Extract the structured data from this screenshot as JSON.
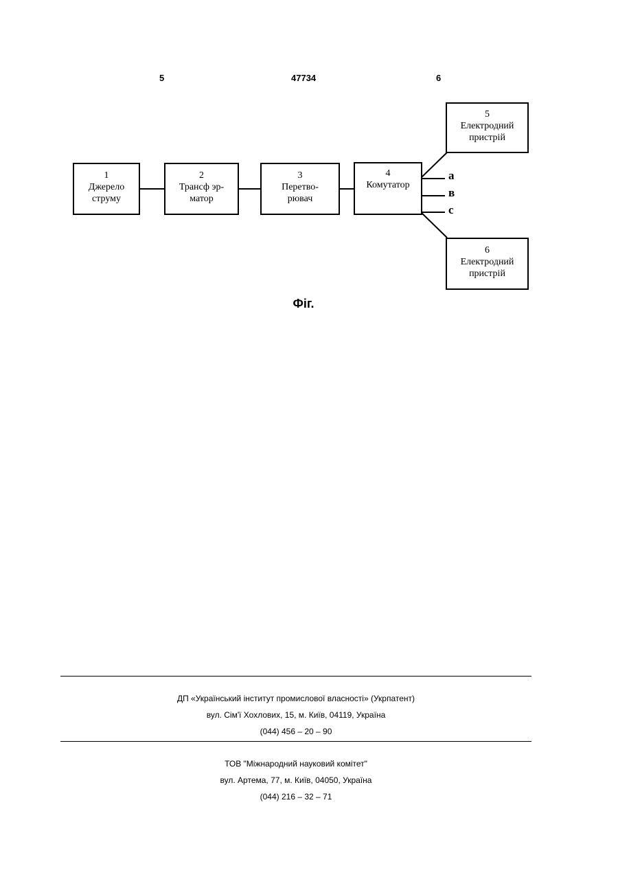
{
  "header": {
    "left_page": "5",
    "number": "47734",
    "right_page": "6"
  },
  "diagram": {
    "blocks": [
      {
        "num": "1",
        "label": "Джерело\nструму"
      },
      {
        "num": "2",
        "label": "Трансф эр-\nматор"
      },
      {
        "num": "3",
        "label": "Перетво-\nрювач"
      },
      {
        "num": "4",
        "label": "Комутатор"
      },
      {
        "num": "5",
        "label": "Електродний\nпристрій"
      },
      {
        "num": "6",
        "label": "Електродний\nпристрій"
      }
    ],
    "bus_labels": [
      "а",
      "в",
      "с"
    ]
  },
  "figure_caption": "Фіг.",
  "footer": {
    "org1": {
      "name": "ДП «Український інститут промислової власності» (Укрпатент)",
      "address": "вул. Сім'ї Хохлових, 15, м. Київ, 04119, Україна",
      "phone": "(044) 456 – 20 – 90"
    },
    "org2": {
      "name": "ТОВ \"Міжнародний науковий комітет\"",
      "address": "вул. Артема, 77, м. Київ, 04050, Україна",
      "phone": "(044) 216 – 32 – 71"
    }
  }
}
